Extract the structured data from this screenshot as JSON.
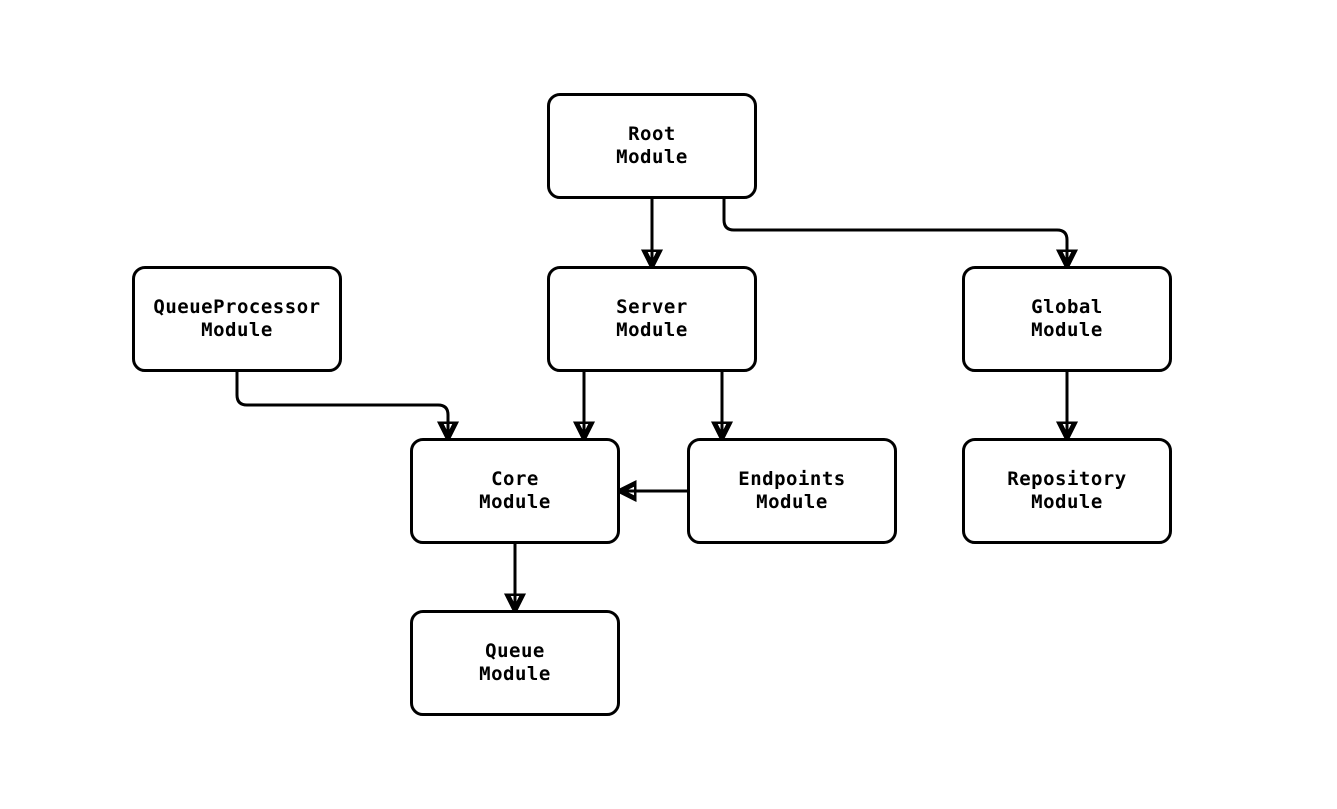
{
  "diagram": {
    "background_color": "#ffffff",
    "node_fill_color": "#ffffff",
    "line_color": "#000000",
    "text_color": "#000000",
    "nodes": [
      {
        "id": "root",
        "line1": "Root",
        "line2": "Module"
      },
      {
        "id": "queueprocessor",
        "line1": "QueueProcessor",
        "line2": "Module"
      },
      {
        "id": "server",
        "line1": "Server",
        "line2": "Module"
      },
      {
        "id": "global",
        "line1": "Global",
        "line2": "Module"
      },
      {
        "id": "core",
        "line1": "Core",
        "line2": "Module"
      },
      {
        "id": "endpoints",
        "line1": "Endpoints",
        "line2": "Module"
      },
      {
        "id": "repository",
        "line1": "Repository",
        "line2": "Module"
      },
      {
        "id": "queue",
        "line1": "Queue",
        "line2": "Module"
      }
    ],
    "edges": [
      {
        "from": "root",
        "to": "server"
      },
      {
        "from": "root",
        "to": "global"
      },
      {
        "from": "queueprocessor",
        "to": "core"
      },
      {
        "from": "server",
        "to": "core"
      },
      {
        "from": "server",
        "to": "endpoints"
      },
      {
        "from": "endpoints",
        "to": "core"
      },
      {
        "from": "global",
        "to": "repository"
      },
      {
        "from": "core",
        "to": "queue"
      }
    ]
  }
}
